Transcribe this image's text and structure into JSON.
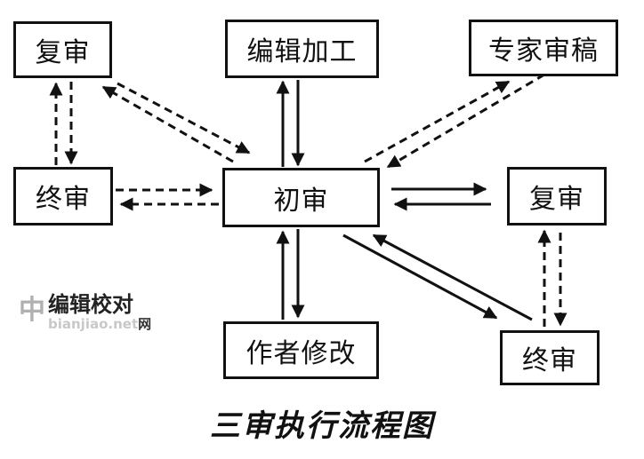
{
  "diagram": {
    "nodes": {
      "fushen_left": "复审",
      "bianji": "编辑加工",
      "zhuanjia": "专家审稿",
      "zhongshen_left": "终审",
      "chushen": "初审",
      "fushen_right": "复审",
      "zuozhe": "作者修改",
      "zhongshen_right": "终审"
    },
    "caption": "三审执行流程图",
    "line_color": "#111111"
  },
  "watermark": {
    "logo_text": "中",
    "name": "编辑校对",
    "url": "bianjiao.net",
    "suffix": "网"
  }
}
